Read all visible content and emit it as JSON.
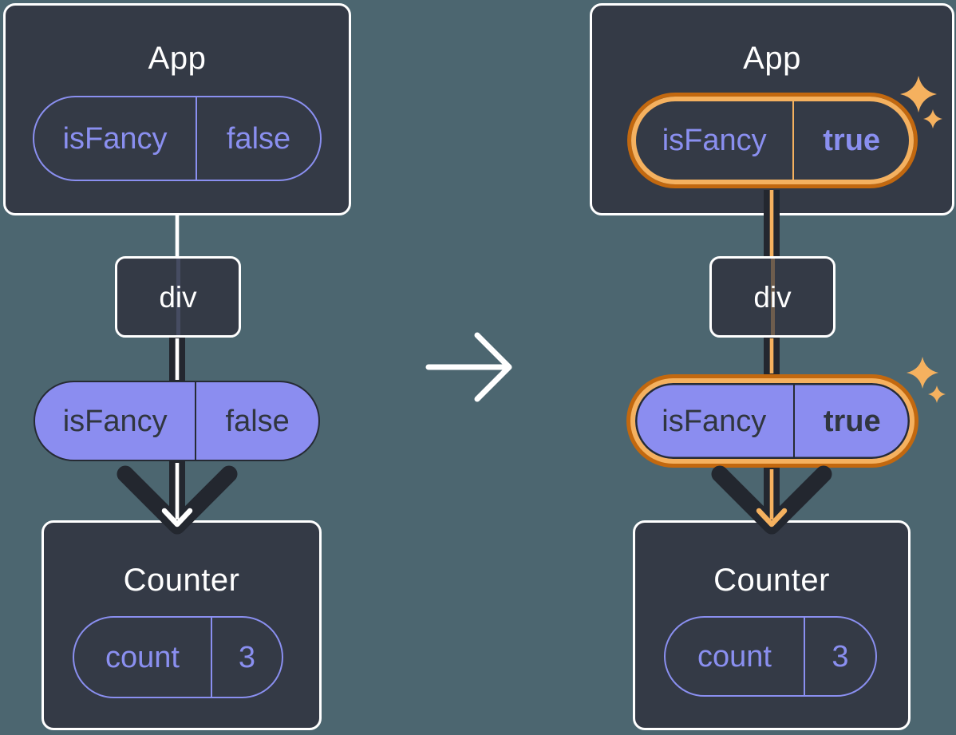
{
  "diagram": {
    "before": {
      "app": {
        "title": "App",
        "prop_name": "isFancy",
        "prop_value": "false"
      },
      "dom_node": {
        "label": "div"
      },
      "passed_prop": {
        "name": "isFancy",
        "value": "false"
      },
      "counter": {
        "title": "Counter",
        "state_name": "count",
        "state_value": "3"
      }
    },
    "after": {
      "app": {
        "title": "App",
        "prop_name": "isFancy",
        "prop_value": "true"
      },
      "dom_node": {
        "label": "div"
      },
      "passed_prop": {
        "name": "isFancy",
        "value": "true"
      },
      "counter": {
        "title": "Counter",
        "state_name": "count",
        "state_value": "3"
      }
    },
    "colors": {
      "background": "#4c6670",
      "card": "#343a46",
      "purple": "#8a8ff0",
      "pill_fill": "#8b8df0",
      "dark": "#23272f",
      "orange_light": "#f5b15f",
      "orange_dark": "#c2680f",
      "white": "#ffffff"
    }
  }
}
